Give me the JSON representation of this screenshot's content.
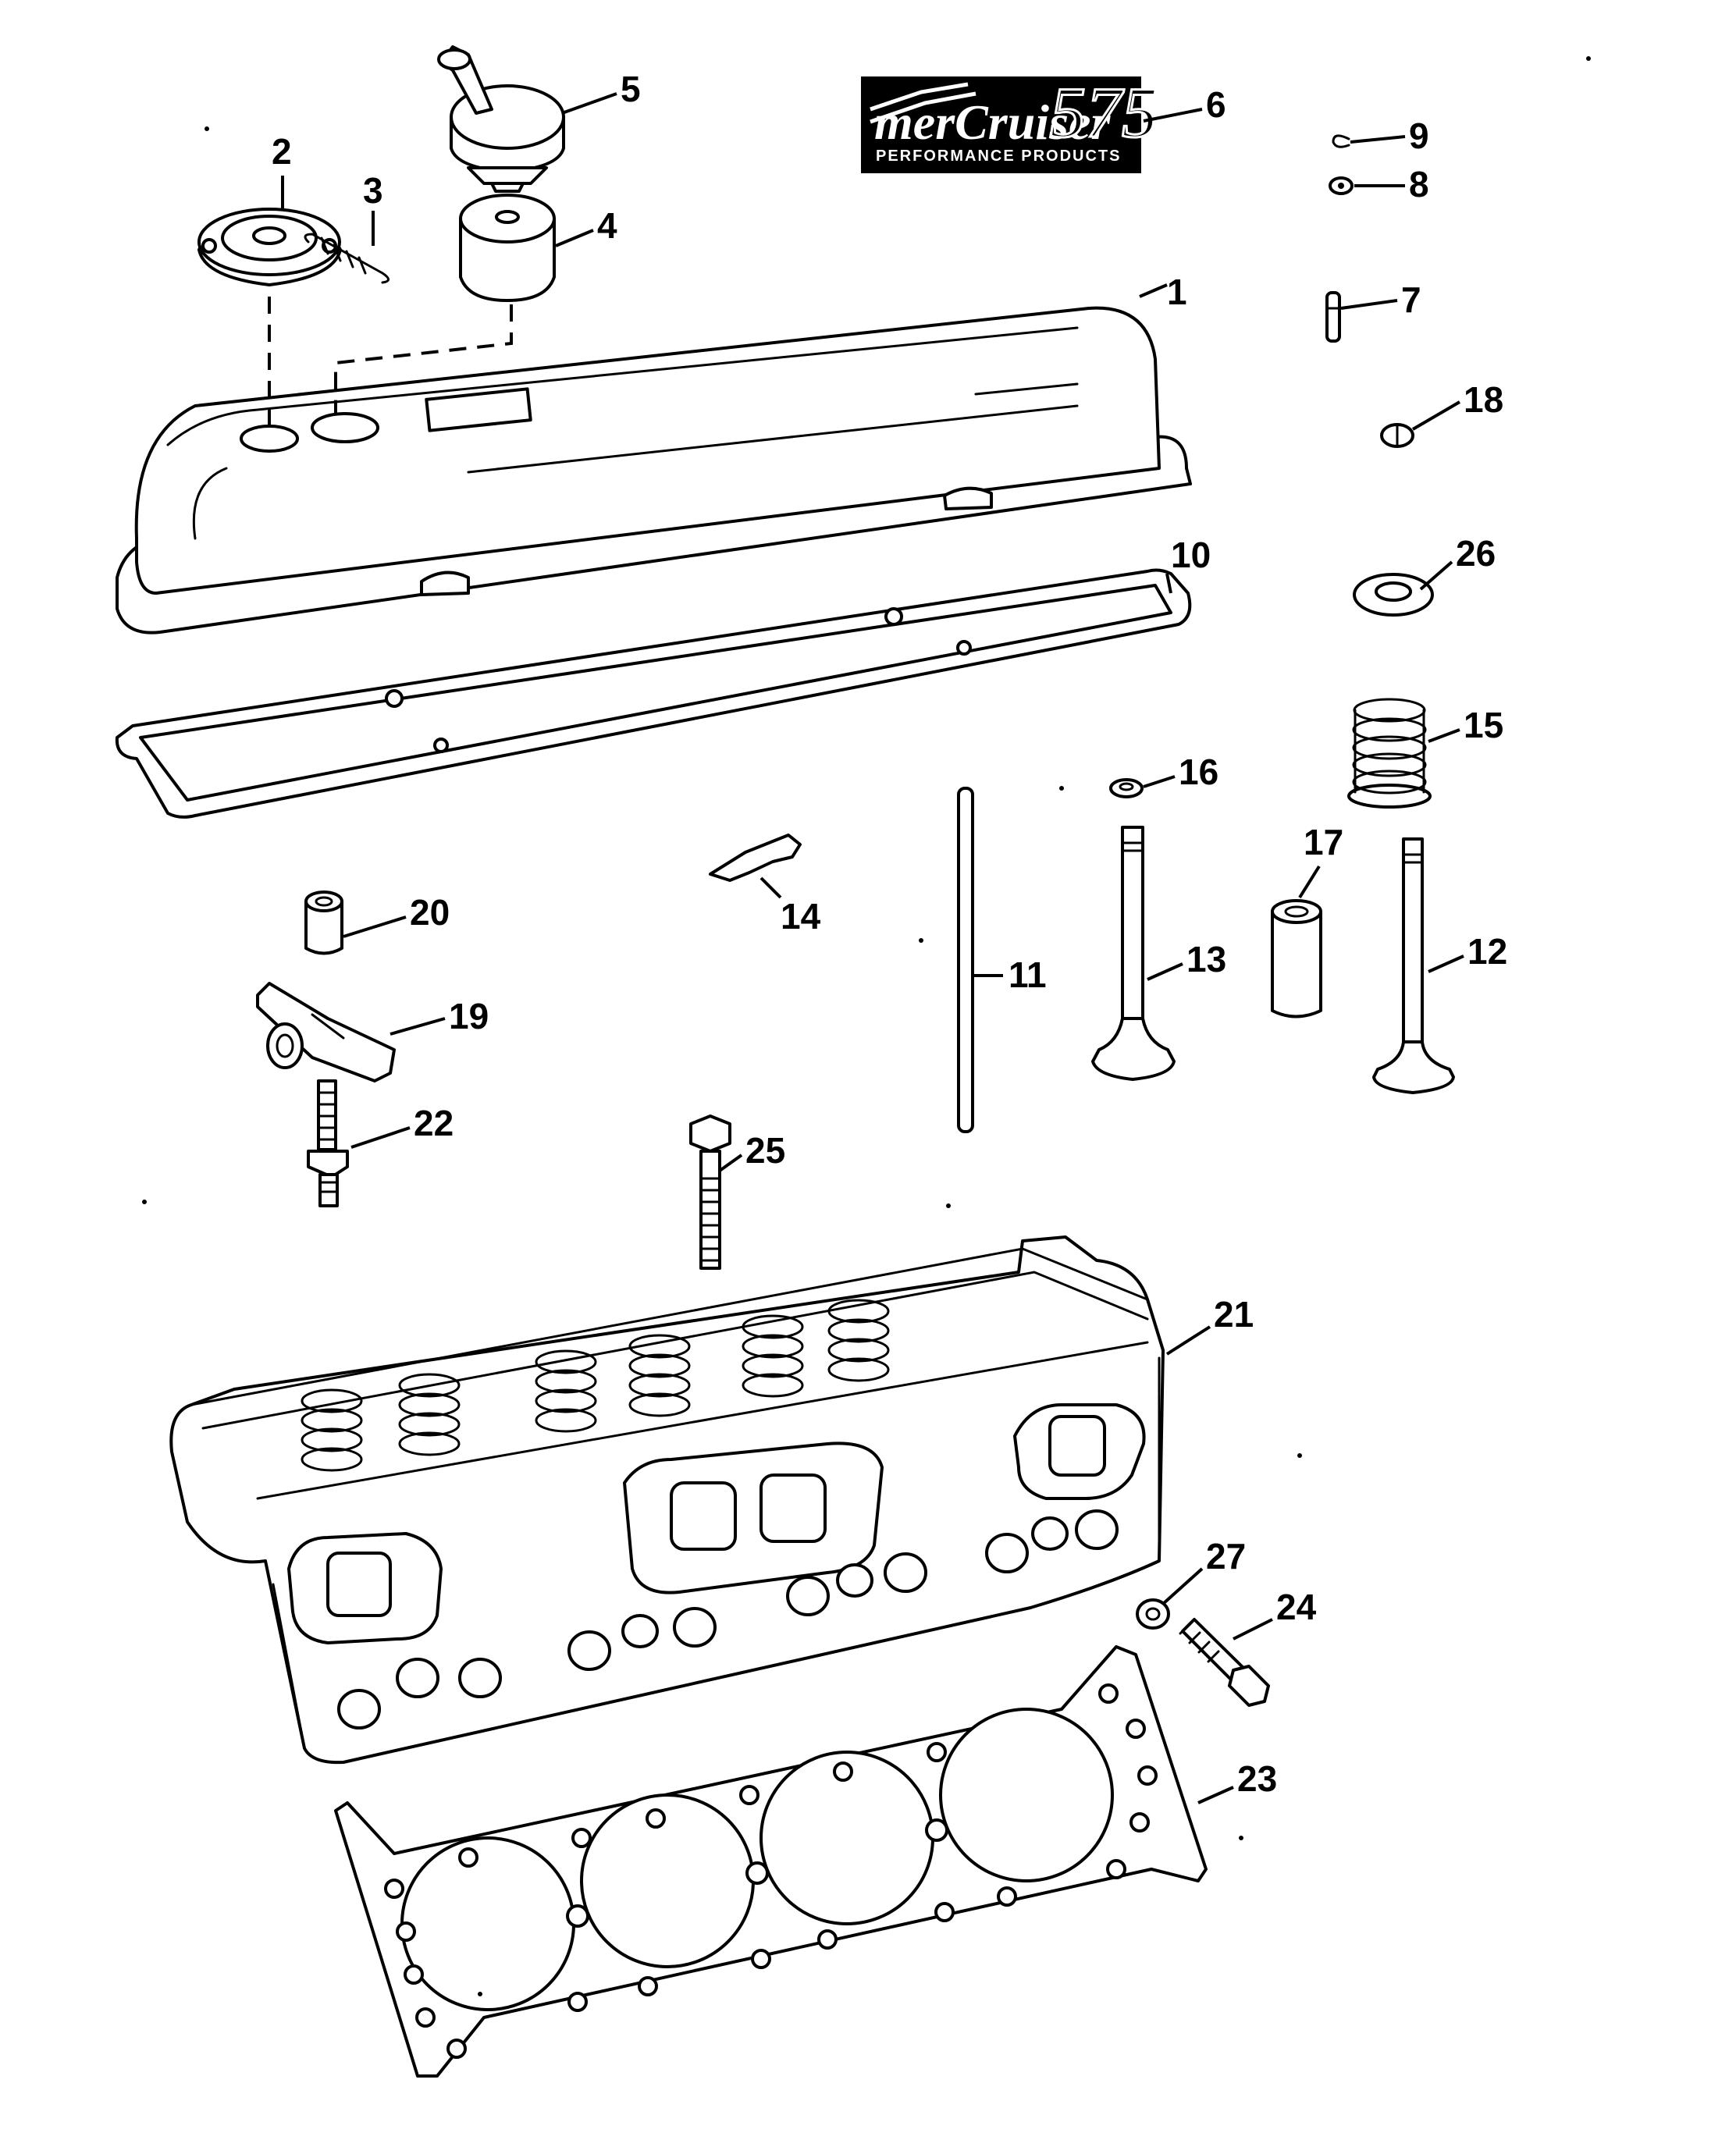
{
  "callouts": [
    "1",
    "2",
    "3",
    "4",
    "5",
    "6",
    "7",
    "8",
    "9",
    "10",
    "11",
    "12",
    "13",
    "14",
    "15",
    "16",
    "17",
    "18",
    "19",
    "20",
    "21",
    "22",
    "23",
    "24",
    "25",
    "26",
    "27"
  ],
  "badge": {
    "brand": "merCruiser",
    "model": "575",
    "subtitle": "PERFORMANCE PRODUCTS"
  },
  "colors": {
    "line": "#000000",
    "background": "#ffffff"
  }
}
